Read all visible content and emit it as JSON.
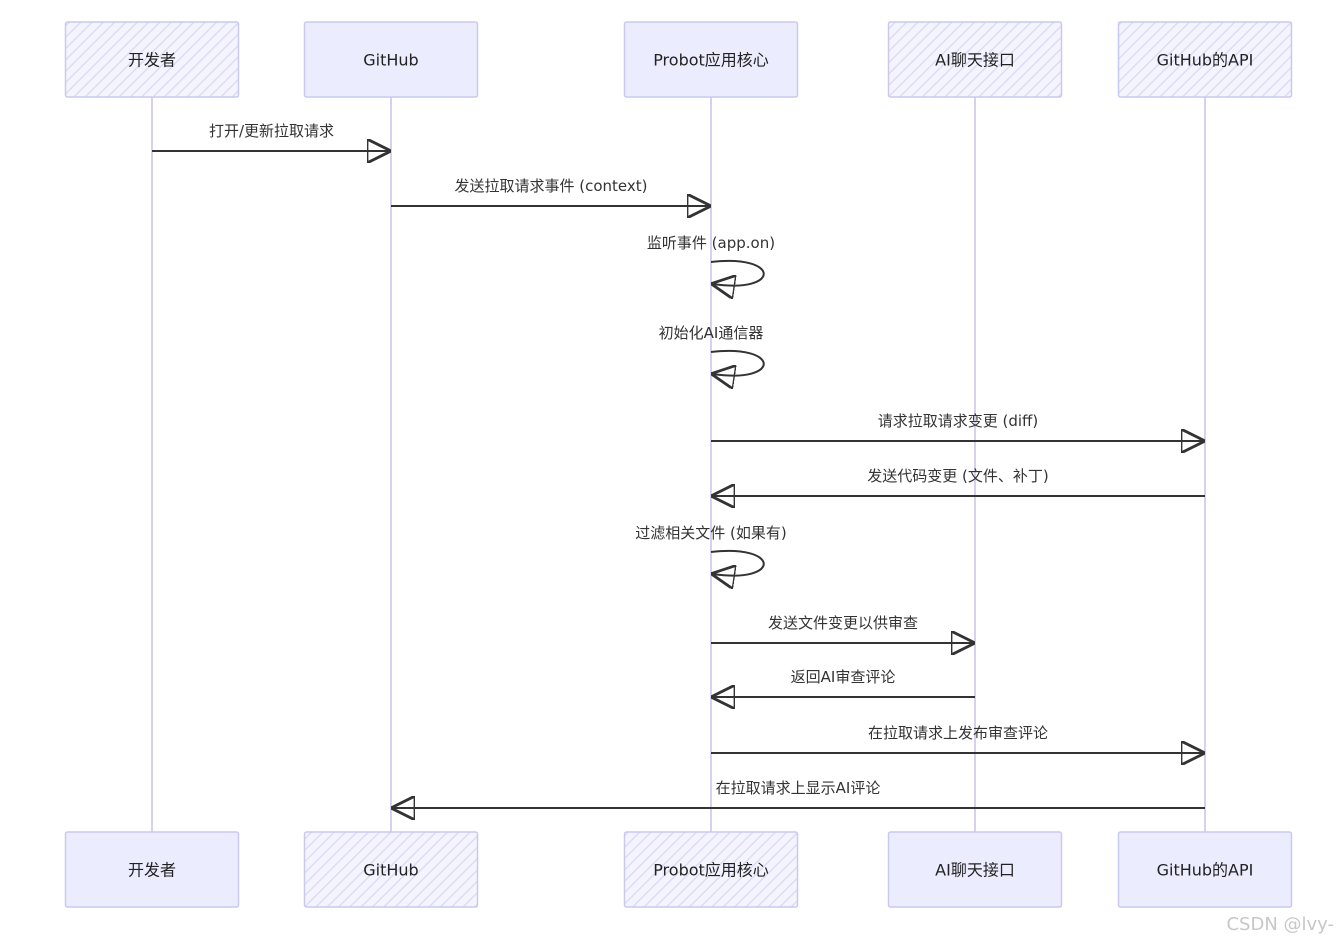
{
  "participants": [
    {
      "id": "dev",
      "label": "开发者"
    },
    {
      "id": "github",
      "label": "GitHub"
    },
    {
      "id": "probot",
      "label": "Probot应用核心"
    },
    {
      "id": "ai",
      "label": "AI聊天接口"
    },
    {
      "id": "api",
      "label": "GitHub的API"
    }
  ],
  "messages": [
    {
      "from": "dev",
      "to": "github",
      "label": "打开/更新拉取请求"
    },
    {
      "from": "github",
      "to": "probot",
      "label": "发送拉取请求事件 (context)"
    },
    {
      "from": "probot",
      "to": "probot",
      "label": "监听事件 (app.on)"
    },
    {
      "from": "probot",
      "to": "probot",
      "label": "初始化AI通信器"
    },
    {
      "from": "probot",
      "to": "api",
      "label": "请求拉取请求变更 (diff)"
    },
    {
      "from": "api",
      "to": "probot",
      "label": "发送代码变更 (文件、补丁)"
    },
    {
      "from": "probot",
      "to": "probot",
      "label": "过滤相关文件 (如果有)"
    },
    {
      "from": "probot",
      "to": "ai",
      "label": "发送文件变更以供审查"
    },
    {
      "from": "ai",
      "to": "probot",
      "label": "返回AI审查评论"
    },
    {
      "from": "probot",
      "to": "api",
      "label": "在拉取请求上发布审查评论"
    },
    {
      "from": "api",
      "to": "github",
      "label": "在拉取请求上显示AI评论"
    }
  ],
  "watermark": "CSDN @lvy-",
  "colors": {
    "actor_fill": "#ececff",
    "actor_stroke": "#c9c9f0",
    "lifeline": "#d8d0ee",
    "arrow": "#333333"
  }
}
